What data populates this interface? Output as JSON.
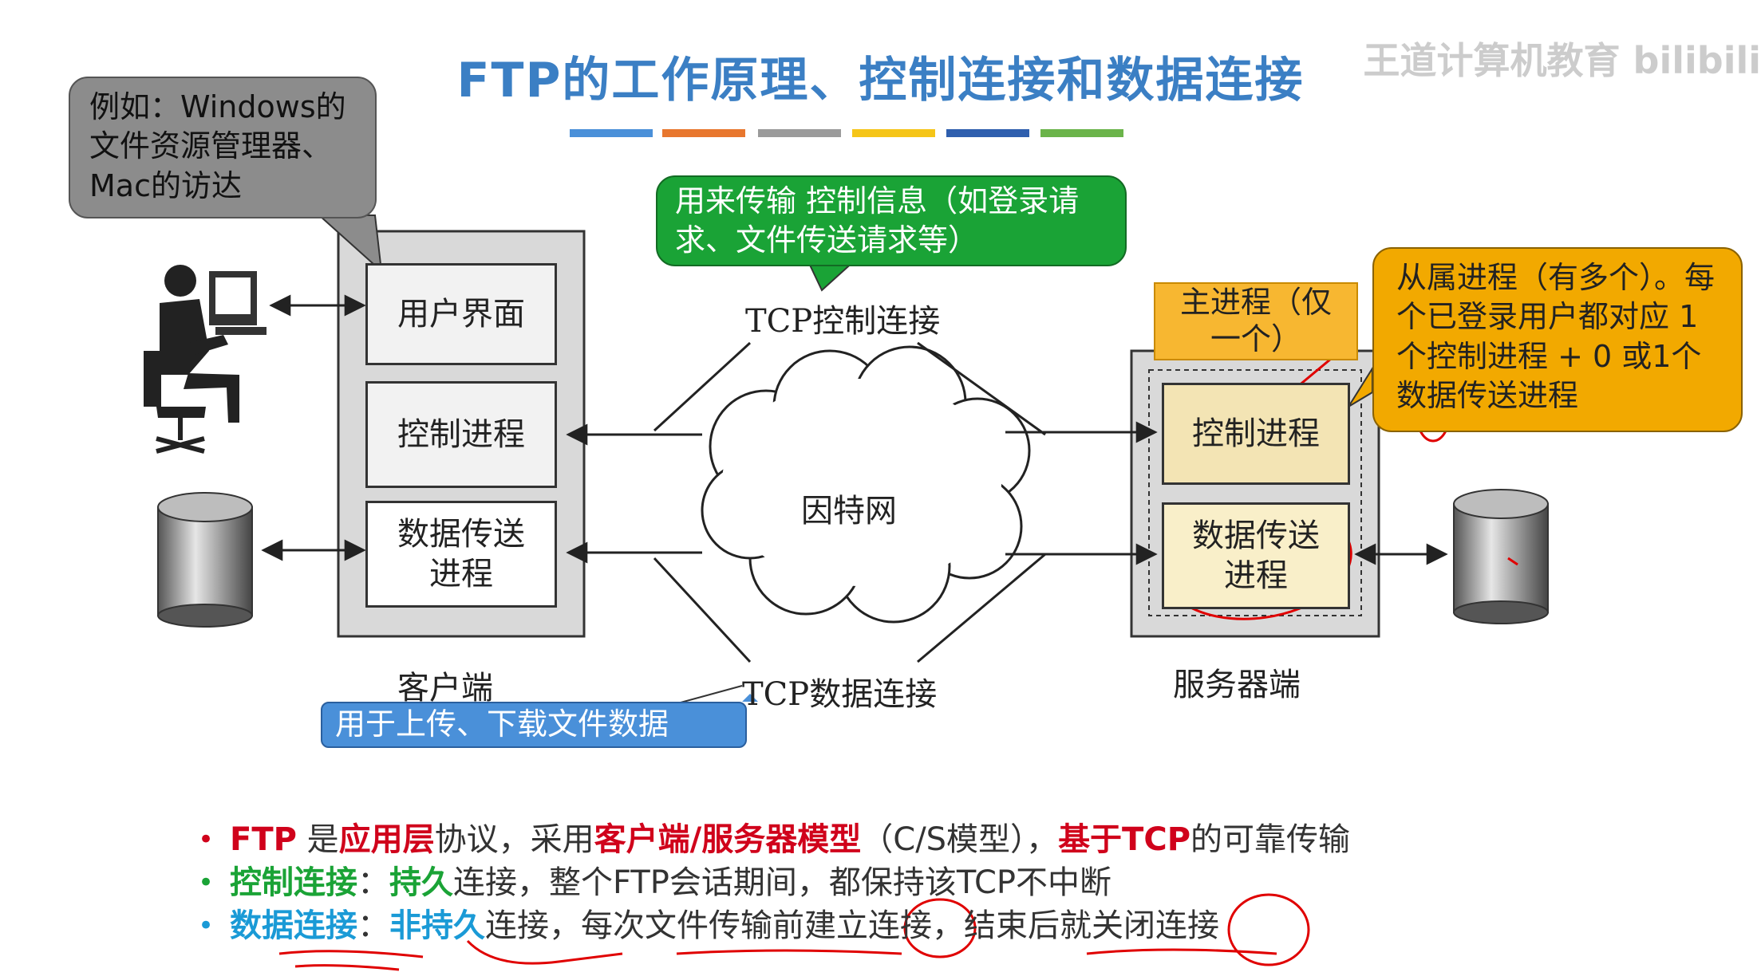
{
  "title": "FTP的工作原理、控制连接和数据连接",
  "watermark": "王道计算机教育 bilibili",
  "title_bar_colors": [
    "#4a90d9",
    "#e8772e",
    "#9b9b9b",
    "#f5c518",
    "#2f5fae",
    "#6bb44a"
  ],
  "callouts": {
    "client_example": "例如：Windows的文件资源管理器、Mac的访达",
    "control_info": "用来传输 控制信息（如登录请求、文件传送请求等）",
    "data_use": "用于上传、下载文件数据",
    "slave_process": "从属进程（有多个）。每个已登录用户都对应 1个控制进程 + 0 或1个数据传送进程"
  },
  "client": {
    "caption": "客户端",
    "ui": "用户界面",
    "control": "控制进程",
    "data": "数据传送进程"
  },
  "server": {
    "caption": "服务器端",
    "main_process": "主进程（仅一个）",
    "control": "控制进程",
    "data": "数据传送进程"
  },
  "network": {
    "internet": "因特网",
    "tcp_control": "TCP控制连接",
    "tcp_data": "TCP数据连接"
  },
  "bullets": [
    {
      "ftp": "FTP",
      "t1": " 是",
      "app_layer": "应用层",
      "t2": "协议，采用",
      "cs_model": "客户端/服务器模型",
      "t3": "（C/S模型），",
      "tcp_based": "基于TCP",
      "t4": "的可靠传输"
    },
    {
      "ctrl_conn": "控制连接",
      "sep": "：",
      "persistent": "持久",
      "rest": "连接，整个FTP会话期间，都保持该TCP不中断"
    },
    {
      "data_conn": "数据连接",
      "sep": "：",
      "nonpersistent": "非持久",
      "rest": "连接，每次文件传输前建立连接，结束后就关闭连接"
    }
  ],
  "colors": {
    "title": "#3b7fc4",
    "callout_gray": "#8c8c8c",
    "callout_green": "#1aa336",
    "callout_blue": "#4a90d9",
    "callout_orange": "#f2a900",
    "main_process_bg": "#f7b731",
    "server_process_bg": "#f3e4b4",
    "annotation_red": "#e00000"
  }
}
